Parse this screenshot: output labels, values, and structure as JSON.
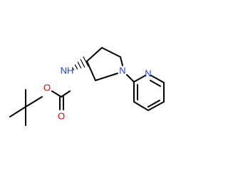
{
  "molecule": {
    "atom_labels": {
      "amide_n": "NH",
      "carbonyl_o": "O",
      "ester_o": "O",
      "pyrrolidine_n": "N",
      "pyridine_n": "N"
    },
    "colors": {
      "bond": "#000000",
      "nitrogen": "#1f3fd6",
      "oxygen": "#e00000"
    },
    "stereo": {
      "pyrrolidine_c3": "hashed-wedge"
    }
  }
}
